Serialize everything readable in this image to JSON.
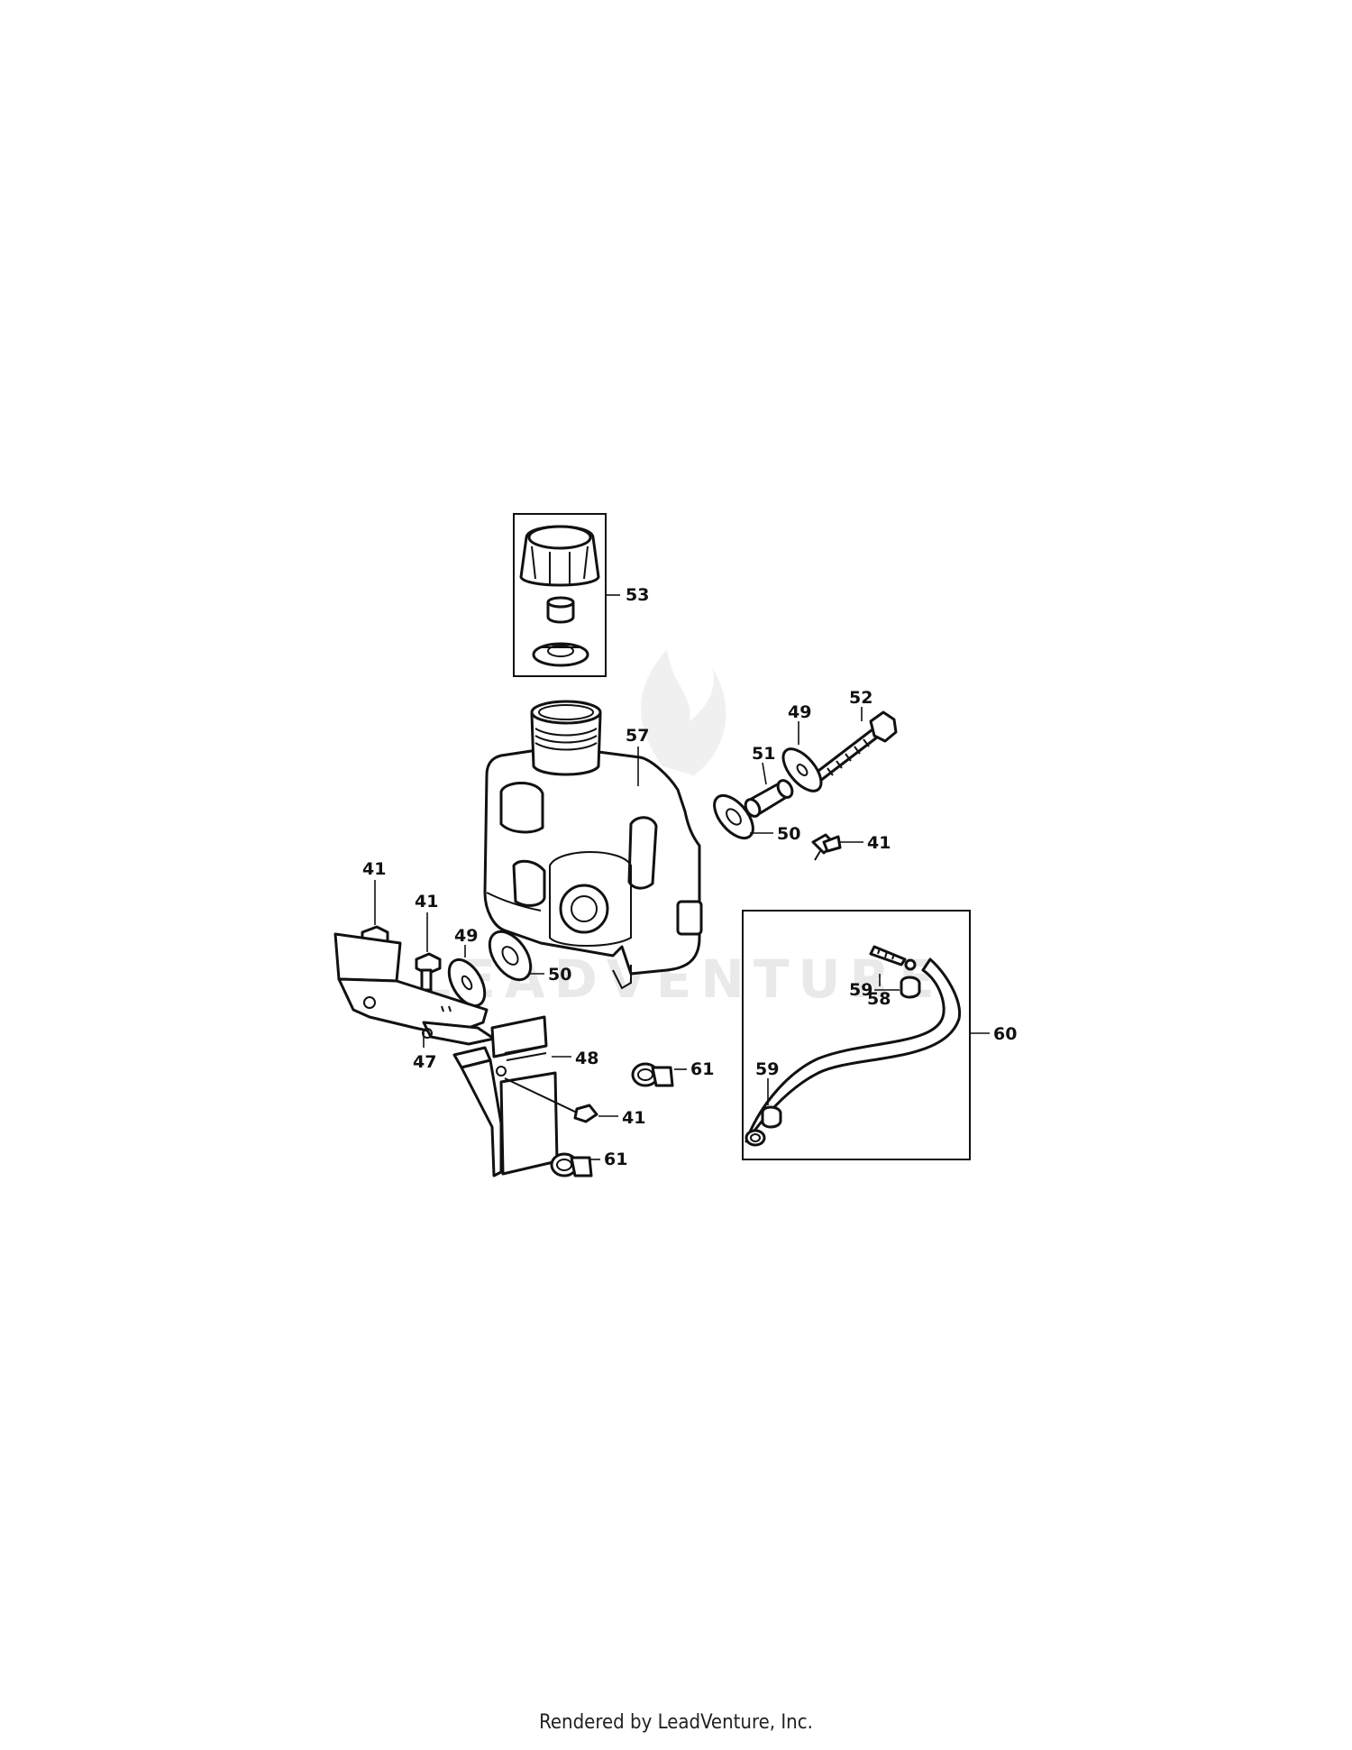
{
  "diagram": {
    "watermark": "LEADVENTURE",
    "callouts": {
      "c53": "53",
      "c57": "57",
      "c49a": "49",
      "c52": "52",
      "c51": "51",
      "c50a": "50",
      "c41a": "41",
      "c41b": "41",
      "c41c": "41",
      "c49b": "49",
      "c50b": "50",
      "c47": "47",
      "c48": "48",
      "c61a": "61",
      "c41d": "41",
      "c61b": "61",
      "c58": "58",
      "c59a": "59",
      "c60": "60",
      "c59b": "59"
    }
  },
  "footer": {
    "text": "Rendered by LeadVenture, Inc."
  }
}
